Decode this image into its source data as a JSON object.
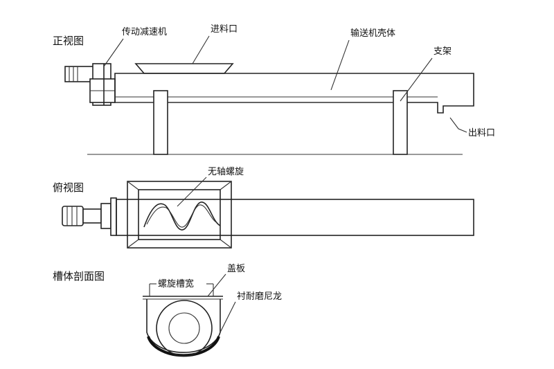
{
  "views": {
    "front": {
      "title": "正视图"
    },
    "top": {
      "title": "俯视图"
    },
    "section": {
      "title": "槽体剖面图"
    }
  },
  "labels": {
    "drive_reducer": "传动减速机",
    "inlet": "进料口",
    "housing": "输送机壳体",
    "support": "支架",
    "outlet": "出料口",
    "shaftless_screw": "无轴螺旋",
    "cover": "盖板",
    "trough_width": "螺旋槽宽",
    "nylon_liner": "衬耐磨尼龙"
  },
  "colors": {
    "line": "#222222",
    "background": "#ffffff"
  }
}
